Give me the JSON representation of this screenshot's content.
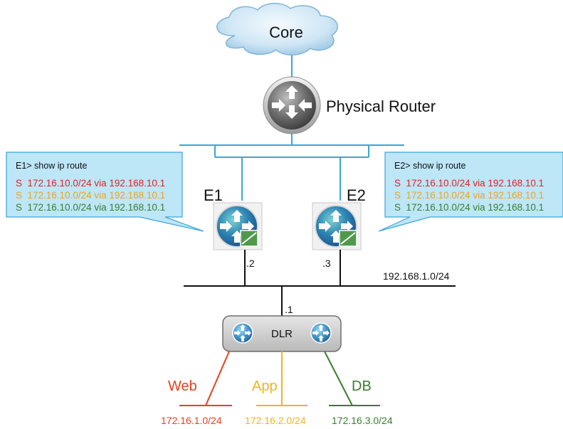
{
  "core": {
    "label": "Core"
  },
  "physical_router": {
    "label": "Physical Router"
  },
  "edge1": {
    "label": "E1",
    "ip_suffix": ".2",
    "callout": {
      "command": "E1> show ip route",
      "routes": [
        {
          "text": "S  172.16.10.0/24 via 192.168.10.1",
          "color": "#e8201e"
        },
        {
          "text": "S  172.16.10.0/24 via 192.168.10.1",
          "color": "#f0a21f"
        },
        {
          "text": "S  172.16.10.0/24 via 192.168.10.1",
          "color": "#3a7d2c"
        }
      ]
    }
  },
  "edge2": {
    "label": "E2",
    "ip_suffix": ".3",
    "callout": {
      "command": "E2> show ip route",
      "routes": [
        {
          "text": "S  172.16.10.0/24 via 192.168.10.1",
          "color": "#e8201e"
        },
        {
          "text": "S  172.16.10.0/24 via 192.168.10.1",
          "color": "#f0a21f"
        },
        {
          "text": "S  172.16.10.0/24 via 192.168.10.1",
          "color": "#3a7d2c"
        }
      ]
    }
  },
  "transit_network": {
    "label": "192.168.1.0/24"
  },
  "dlr": {
    "label": "DLR",
    "ip_suffix": ".1"
  },
  "segments": {
    "web": {
      "label": "Web",
      "subnet": "172.16.1.0/24",
      "color": "#e8401e"
    },
    "app": {
      "label": "App",
      "subnet": "172.16.2.0/24",
      "color": "#f0b41f"
    },
    "db": {
      "label": "DB",
      "subnet": "172.16.3.0/24",
      "color": "#3a7d2c"
    }
  },
  "colors": {
    "uplink_line": "#3aa6d8",
    "callout_fill": "#bde6f7",
    "callout_stroke": "#3aa6d8"
  },
  "icons": {
    "core": "cloud-icon",
    "physical_router": "router-icon",
    "edge1": "edge-gateway-icon",
    "edge2": "edge-gateway-icon",
    "dlr_left": "router-icon",
    "dlr_right": "router-icon"
  }
}
